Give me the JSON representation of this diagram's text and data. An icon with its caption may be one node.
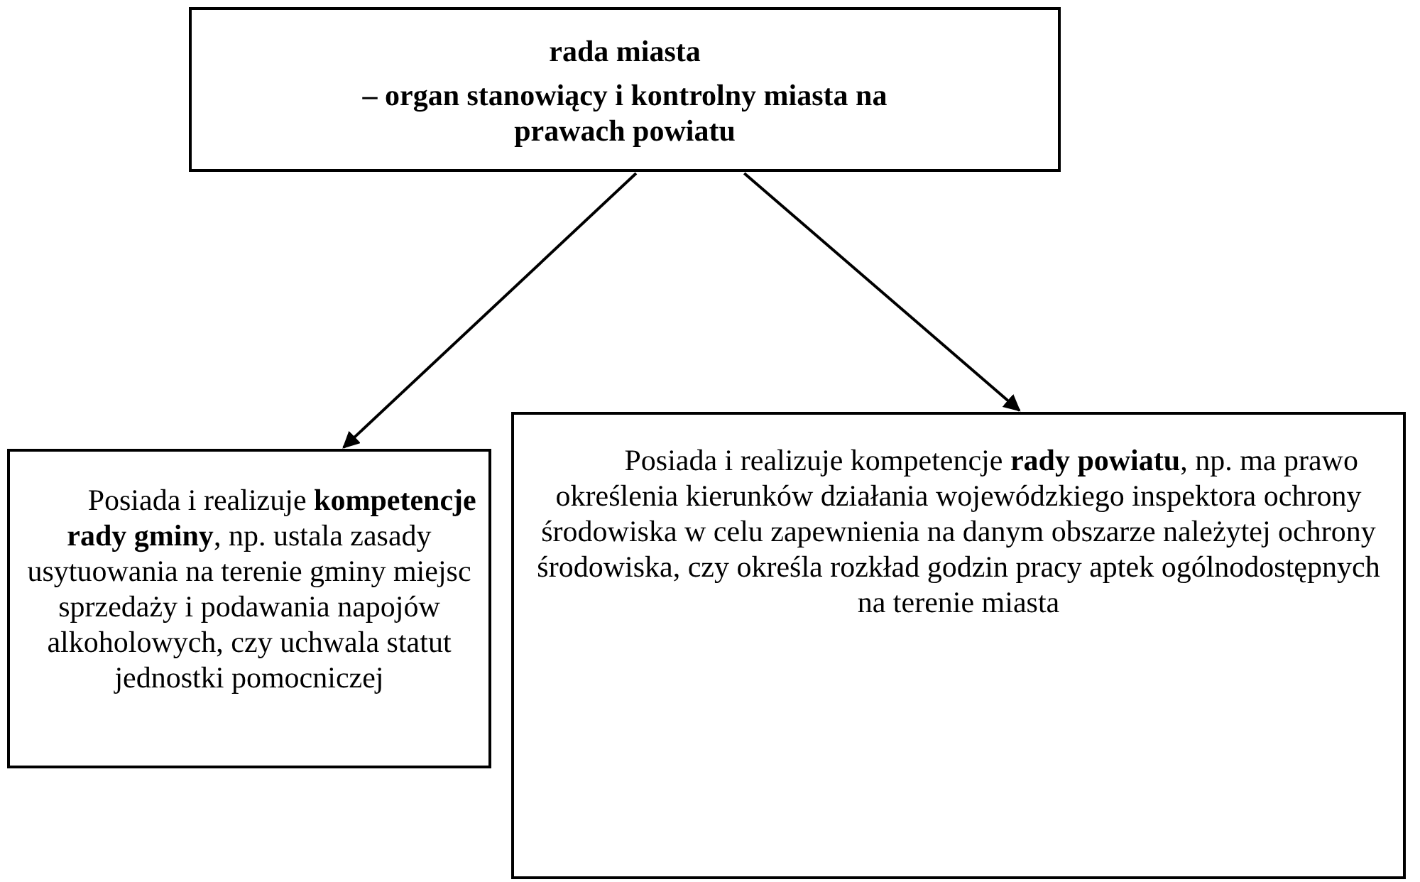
{
  "diagram": {
    "nodes": [
      {
        "text": [
          "rada miasta",
          "– organ stanowiący i kontrolny miasta na prawach powiatu"
        ]
      },
      {
        "text": [
          "Posiada i realizuje **kompetencje rady gminy**, np. ustala zasady usytuowania na terenie gminy miejsc sprzedaży i podawania napojów alkoholowych, czy uchwala statut jednostki pomocniczej"
        ]
      },
      {
        "text": [
          "Posiada i realizuje kompetencje **rady powiatu**, np. ma prawo określenia kierunków działania wojewódzkiego inspektora ochrony środowiska w celu zapewnienia na danym obszarze należytej ochrony środowiska, czy określa rozkład godzin pracy aptek ogólnodostępnych na terenie miasta"
        ]
      }
    ],
    "edges": [
      {
        "from": 0,
        "to": 1,
        "arrow": "to"
      },
      {
        "from": 0,
        "to": 2,
        "arrow": "to"
      }
    ]
  }
}
